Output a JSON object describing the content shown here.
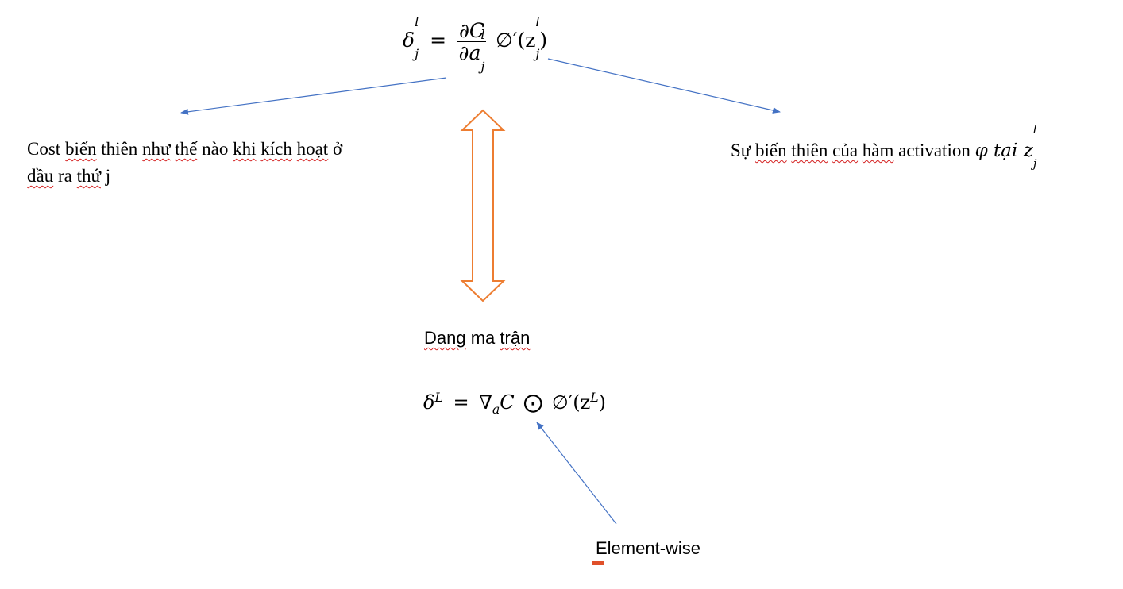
{
  "left_caption": {
    "line1": [
      "Cost ",
      "biến",
      " thiên ",
      "như",
      " ",
      "thế",
      " nào ",
      "khi",
      " ",
      "kích",
      " ",
      "hoạt",
      " ở"
    ],
    "line1_squiggle": [
      false,
      true,
      false,
      true,
      false,
      true,
      false,
      true,
      false,
      true,
      false,
      true,
      false
    ],
    "line2": [
      "đầu",
      " ra ",
      "thứ",
      " j"
    ],
    "line2_squiggle": [
      true,
      false,
      true,
      false
    ]
  },
  "right_caption": {
    "words": [
      "Sự",
      " ",
      "biến",
      " ",
      "thiên",
      " ",
      "của",
      " ",
      "hàm",
      " activation"
    ],
    "words_squiggle": [
      false,
      false,
      true,
      false,
      true,
      false,
      true,
      false,
      true,
      false
    ],
    "math_tail": "φ tại z"
  },
  "matrix_label": {
    "word1": "Dang",
    "rest": " ma ",
    "word2": "trận"
  },
  "element_wise_label": "Element-wise",
  "formula_top": {
    "lhs": "δ",
    "lhs_sub": "j",
    "lhs_sup": "l",
    "eq": "=",
    "num": "∂C",
    "den": "∂a",
    "den_sub": "j",
    "den_sup": "l",
    "phi": "∅′(z",
    "z_sub": "j",
    "z_sup": "l",
    "close": ")"
  },
  "formula_bottom": {
    "lhs": "δ",
    "lhs_sup": "L",
    "eq": "=",
    "nabla": "∇",
    "nabla_sub": "a",
    "c": "C",
    "odot": "⨀",
    "phi": "∅′(z",
    "z_sup": "L",
    "close": ")"
  },
  "colors": {
    "arrow_blue": "#4472c4",
    "double_arrow_orange": "#ed7d31",
    "marker_red": "#e0502a",
    "squiggle_red": "#d42020"
  }
}
